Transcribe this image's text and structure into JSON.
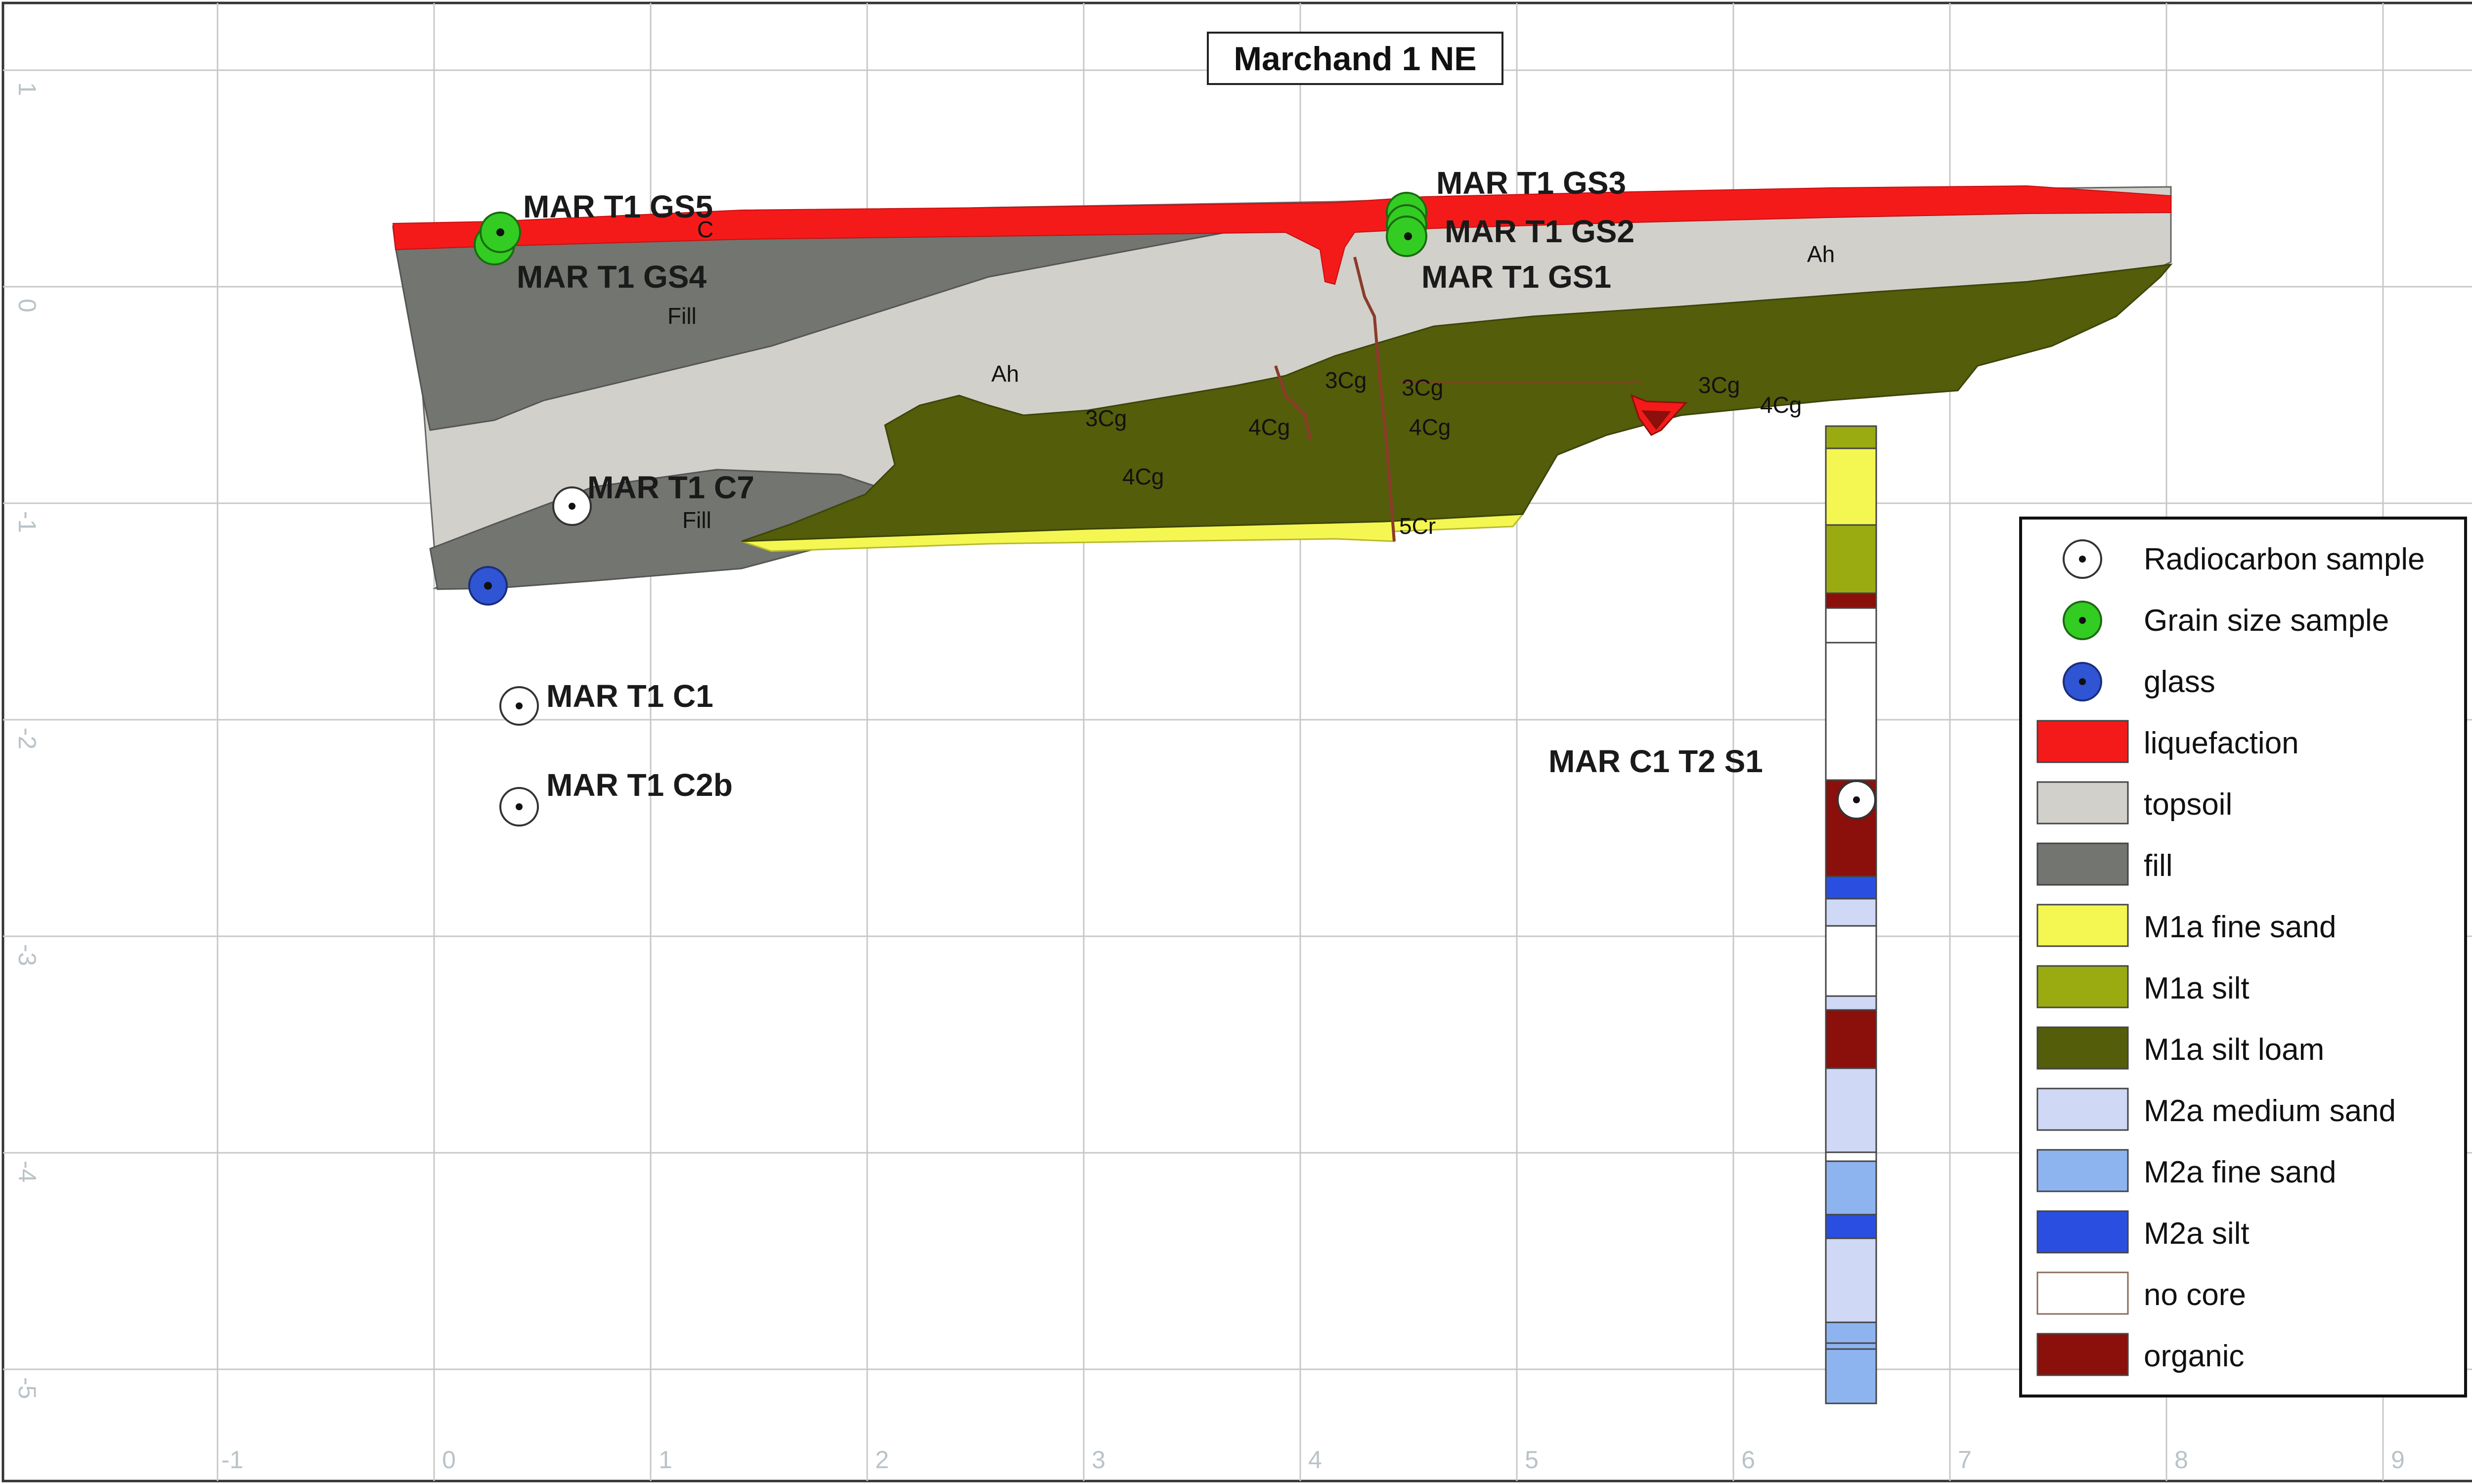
{
  "title": "Marchand 1 NE",
  "x_ticks": [
    "-1",
    "0",
    "1",
    "2",
    "3",
    "4",
    "5",
    "6",
    "7",
    "8",
    "9"
  ],
  "y_ticks": [
    "1",
    "0",
    "-1",
    "-2",
    "-3",
    "-4",
    "-5"
  ],
  "units": {
    "c": "C",
    "fill_top": "Fill",
    "fill_bottom": "Fill",
    "ah_left": "Ah",
    "ah_right": "Ah",
    "cg3_a": "3Cg",
    "cg3_b": "3Cg",
    "cg3_c": "3Cg",
    "cg3_d": "3Cg",
    "cg4_a": "4Cg",
    "cg4_b": "4Cg",
    "cg4_c": "4Cg",
    "cg4_d": "4Cg",
    "cr5": "5Cr"
  },
  "samples": {
    "gs5": "MAR T1 GS5",
    "gs4": "MAR T1 GS4",
    "gs3": "MAR T1 GS3",
    "gs2": "MAR T1 GS2",
    "gs1": "MAR T1 GS1",
    "c7": "MAR T1 C7",
    "c1": "MAR T1 C1",
    "c2b": "MAR T1 C2b",
    "core": "MAR C1 T2 S1"
  },
  "legend": [
    {
      "label": "Radiocarbon sample",
      "symbol": "radiocarbon-icon",
      "color": "#ffffff"
    },
    {
      "label": "Grain size sample",
      "symbol": "grain-size-icon",
      "color": "#33cc22"
    },
    {
      "label": "glass",
      "symbol": "glass-icon",
      "color": "#2f55d4"
    },
    {
      "label": "liquefaction",
      "symbol": "swatch",
      "color": "#f51a1a"
    },
    {
      "label": "topsoil",
      "symbol": "swatch",
      "color": "#d2d0cb"
    },
    {
      "label": "fill",
      "symbol": "swatch",
      "color": "#727570"
    },
    {
      "label": "M1a fine sand",
      "symbol": "swatch",
      "color": "#f4f652"
    },
    {
      "label": "M1a silt",
      "symbol": "swatch",
      "color": "#9aab12"
    },
    {
      "label": "M1a silt loam",
      "symbol": "swatch",
      "color": "#535d0a"
    },
    {
      "label": "M2a medium sand",
      "symbol": "swatch",
      "color": "#cfd8f5"
    },
    {
      "label": "M2a fine sand",
      "symbol": "swatch",
      "color": "#8db4ef"
    },
    {
      "label": "M2a silt",
      "symbol": "swatch",
      "color": "#2a4fe0"
    },
    {
      "label": "no core",
      "symbol": "swatch",
      "color": "#ffffff"
    },
    {
      "label": "organic",
      "symbol": "swatch",
      "color": "#8b0f0a"
    }
  ]
}
